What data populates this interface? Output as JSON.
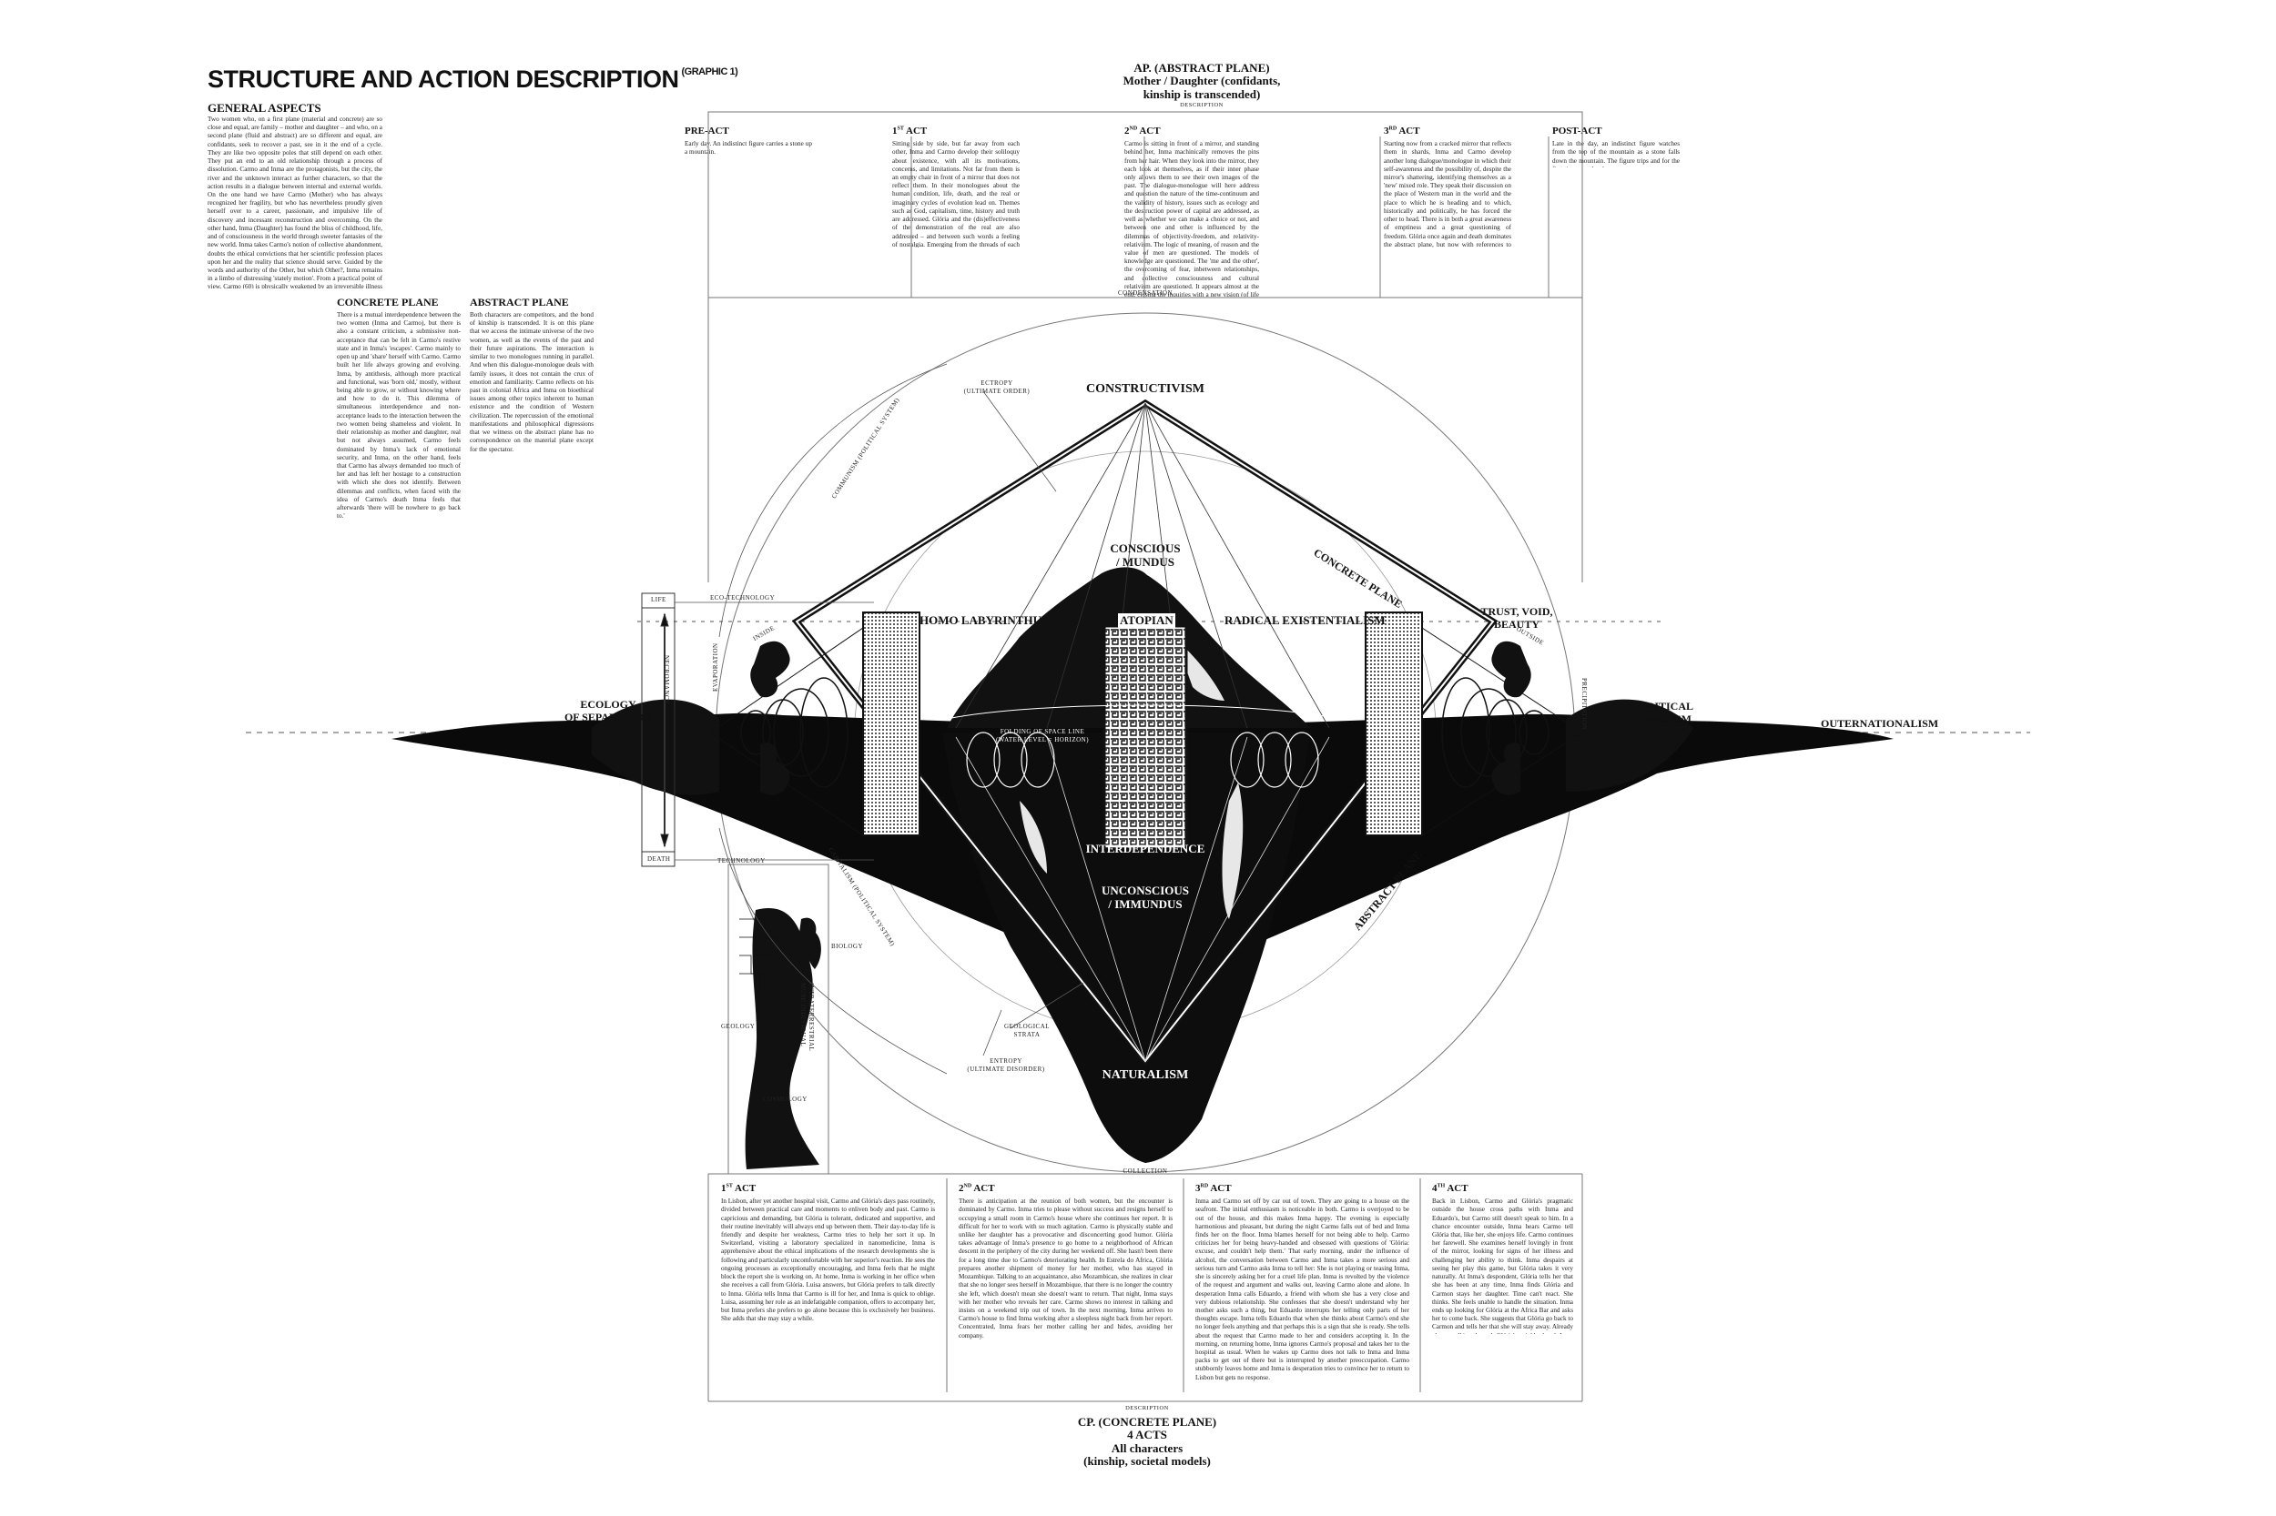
{
  "header": {
    "title": "STRUCTURE AND ACTION DESCRIPTION",
    "title_sup": "(GRAPHIC 1)",
    "ap_title": "AP. (ABSTRACT PLANE)",
    "ap_subtitle_1": "Mother / Daughter (confidants,",
    "ap_subtitle_2": "kinship is transcended)",
    "ap_description": "DESCRIPTION"
  },
  "left": {
    "general_heading": "GENERAL ASPECTS",
    "general_text": "Two women who, on a first plane (material and concrete) are so close and equal, are family – mother and daughter – and who, on a second plane (fluid and abstract) are so different and equal, are confidants, seek to recover a past, see in it the end of a cycle. They are like two opposite poles that still depend on each other. They put an end to an old relationship through a process of dissolution. Carmo and Inma are the protagonists, but the city, the river and the unknown interact as further characters, so that the action results in a dialogue between internal and external worlds. On the one hand we have Carmo (Mother) who has always recognized her fragility, but who has nevertheless proudly given herself over to a career, passionate, and impulsive life of discovery and incessant reconstruction and overcoming. On the other hand, Inma (Daughter) has found the bliss of childhood, life, and of consciousness in the world through sweeter fantasies of the new world. Inma takes Carmo's notion of collective abandonment, doubts the ethical convictions that her scientific profession places upon her and the reality that science should serve. Guided by the words and authority of the Other, but which Other?, Inma remains in a limbo of distressing 'stately motion'. From a practical point of view, Carmo (60) is physically weakened by an irreversible illness and really cares (unable to accompany her due to incompatibility between the two of them, but also for professional reasons, Inma (nearly 40) lives in Switzerland with Luisa and only came to Portugal at her mother's request after a crisis). For the rest, Inma's life runs independently, thanks to the presence of Glória, an African caregiver who came to Portugal in search of better living conditions and who casually reencounters Carmo with whom she secretly shares a past in Mozambique.",
    "concrete_heading": "CONCRETE PLANE",
    "concrete_text": "There is a mutual interdependence between the two women (Inma and Carmo), but there is also a constant criticism, a submissive non-acceptance that can be felt in Carmo's restive state and in Inma's 'escapes'. Carmo mainly to open up and 'share' herself with Carmo. Carmo built her life always growing and evolving. Inma, by antithesis, although more practical and functional, was 'born old,' mostly, without being able to grow, or without knowing where and how to do it. This dilemma of simultaneous interdependence and non-acceptance leads to the interaction between the two women being shameless and violent. In their relationship as mother and daughter, real but not always assumed, Carmo feels dominated by Inma's lack of emotional security, and Inma, on the other hand, feels that Carmo has always demanded too much of her and has left her hostage to a construction with which she does not identify. Between dilemmas and conflicts, when faced with the idea of Carmo's death Inma feels that afterwards 'there will be nowhere to go back to.'",
    "abstract_heading": "ABSTRACT PLANE",
    "abstract_text": "Both characters are competitors, and the bond of kinship is transcended. It is on this plane that we access the intimate universe of the two women, as well as the events of the past and their future aspirations. The interaction is similar to two monologues running in parallel. And when this dialogue-monologue deals with family issues, it does not contain the crux of emotion and familiarity. Carmo reflects on his past in colonial Africa and Inma on bioethical issues among other topics inherent to human existence and the condition of Western civilization. The repercussion of the emotional manifestations and philosophical digressions that we witness on the abstract plane has no correspondence on the material plane except for the spectator."
  },
  "acts_top": [
    {
      "label": "PRE-ACT",
      "sup": "",
      "text": "Early day. An indistinct figure carries a stone up a mountain."
    },
    {
      "label": "1",
      "sup": "ST",
      "suffix": "ACT",
      "text": "Sitting side by side, but far away from each other, Inma and Carmo develop their soliloquy about existence, with all its motivations, concerns, and limitations. Not far from them is an empty chair in front of a mirror that does not reflect them. In their monologues about the human condition, life, death, and the real or imaginary cycles of evolution lead on. Themes such as God, capitalism, time, history and truth are addressed. Glória and the (dis)effectiveness of the demonstration of the real are also addressed – and between such words a feeling of nostalgia. Emerging from the threads of each other and mirror and light, lightly, the first references to the past of both women, especially to Carmo's past in Africa."
    },
    {
      "label": "2",
      "sup": "ND",
      "suffix": "ACT",
      "text": "Carmo is sitting in front of a mirror, and standing behind her, Inma machinically removes the pins from her hair. When they look into the mirror, they each look at themselves, as if their inner phase only allows them to see their own images of the past. The dialogue-monologue will here address and question the nature of the time-continuum and the validity of history, issues such as ecology and the destruction power of capital are addressed, as well as whether we can make a choice or not, and between one and other is influenced by the dilemmas of objectivity-freedom, and relativity-relativism. The logic of meaning, of reason and the value of men are questioned. The models of knowledge are questioned. The 'me and the other', the overcoming of fear, inbetween relationships, and collective consciousness and cultural relativism are questioned. It appears almost at the end, closing the inquiries with a new vision (of life and death) and making room for the coexistence between the self-awareness that the mirror provides and the relativity of our consciousness to begin to settle in."
    },
    {
      "label": "3",
      "sup": "RD",
      "suffix": "ACT",
      "text": "Starting now from a cracked mirror that reflects them in shards, Inma and Carmo develop another long dialogue/monologue in which their self-awareness and the possibility of, despite the mirror's shattering, identifying themselves as a 'new' mixed role. They speak their discussion on the place of Western man in the world and the place to which he is heading and to which, historically and politically, he has forced the other to head. There is in both a great awareness of emptiness and a great questioning of freedom. Glória once again and death dominates the abstract plane, but now with references to violence and war. Themes such as war, migration, revolution, and perspectives for the future are addressed. Once again, the past of each (Carmo's Africa and Inma's mercifulness) settle in."
    },
    {
      "label": "POST-ACT",
      "sup": "",
      "text": "Late in the day, an indistinct figure watches from the top of the mountain as a stone falls down the mountain. The figure trips and for the first time sees the sky."
    }
  ],
  "acts_bottom": [
    {
      "label": "1",
      "sup": "ST",
      "suffix": "ACT",
      "text": "In Lisbon, after yet another hospital visit, Carmo and Glória's days pass routinely, divided between practical care and moments to enliven body and past. Carmo is capricious and demanding, but Glória is tolerant, dedicated and supportive, and their routine inevitably will always end up between them. Their day-to-day life is friendly and despite her weakness, Carmo tries to help her sort it up. In Switzerland, visiting a laboratory specialized in nanomedicine, Inma is apprehensive about the ethical implications of the research developments she is following and particularly uncomfortable with her superior's reaction. He sees the ongoing processes as exceptionally encouraging, and Inma feels that he might block the report she is working on. At home, Inma is working in her office when she receives a call from Glória. Luisa answers, but Glória prefers to talk directly to Inma. Glória tells Inma that Carmo is ill for her, and Inma is quick to oblige. Luisa, assuming her role as an indefatigable companion, offers to accompany her, but Inma prefers she prefers to go alone because this is exclusively her business. She adds that she may stay a while."
    },
    {
      "label": "2",
      "sup": "ND",
      "suffix": "ACT",
      "text": "There is anticipation at the reunion of both women, but the encounter is dominated by Carmo. Inma tries to please without success and resigns herself to occupying a small room in Carmo's house where she continues her report. It is difficult for her to work with so much agitation. Carmo is physically stable and unlike her daughter has a provocative and disconcerting good humor. Glória takes advantage of Inma's presence to go home to a neighborhood of African descent in the periphery of the city during her weekend off. She hasn't been there for a long time due to Carmo's deteriorating health. In Estrela do Africa, Glória prepares another shipment of money for her mother, who has stayed in Mozambique. Talking to an acquaintance, also Mozambican, she realizes in clear that she no longer sees herself in Mozambique, that there is no longer the country she left, which doesn't mean she doesn't want to return. That night, Inma stays with her mother who reveals her care. Carmo shows no interest in talking and insists on a weekend trip out of town. In the next morning, Inma arrives to Carmo's house to find Inma working after a sleepless night back from her report. Concentrated, Inma fears her mother calling her and hides, avoiding her company."
    },
    {
      "label": "3",
      "sup": "RD",
      "suffix": "ACT",
      "text": "Inma and Carmo set off by car out of town. They are going to a house on the seafront. The initial enthusiasm is noticeable in both. Carmo is overjoyed to be out of the house, and this makes Inma happy. The evening is especially harmonious and pleasant, but during the night Carmo falls out of bed and Inma finds her on the floor. Inma blames herself for not being able to help. Carmo criticizes her for being heavy-handed and obsessed with questions of 'Glória: excuse, and couldn't help them.' That early morning, under the influence of alcohol, the conversation between Carmo and Inma takes a more serious and serious turn and Carmo asks Inma to tell her: She is not playing or teasing Inma, she is sincerely asking her for a cruel life plan. Inma is revolted by the violence of the request and argument and walks out, leaving Carmo alone and alone. In desperation Inma calls Eduardo, a friend with whom she has a very close and very dubious relationship. She confesses that she doesn't understand why her mother asks such a thing, but Eduardo interrupts her telling only parts of her thoughts escape. Inma tells Eduardo that when she thinks about Carmo's end she no longer feels anything and that perhaps this is a sign that she is ready. She tells about the request that Carmo made to her and considers accepting it. In the morning, on returning home, Inma ignores Carmo's proposal and takes her to the hospital as usual. When he wakes up Carmo does not talk to Inma and Inma packs to get out of there but is interrupted by another preoccupation. Carmo stubbornly leaves home and Inma is desperation tries to convince her to return to Lisbon but gets no response."
    },
    {
      "label": "4",
      "sup": "TH",
      "suffix": "ACT",
      "text": "Back in Lisbon, Carmo and Glória's pragmatic outside the house cross paths with Inma and Eduardo's, but Carmo still doesn't speak to him. In a chance encounter outside, Inma hears Carmo tell Glória that, like her, she enjoys life. Carmo continues her farewell. She examines herself lovingly in front of the mirror, looking for signs of her illness and challenging her ability to think. Inma despairs at seeing her play this game, but Glória takes it very naturally. At Inma's despondent, Glória tells her that she has been at any time, Inma finds Glória and Carmon stays her daughter. Time can't react. She thinks. She feels unable to handle the situation. Inma ends up looking for Glória at the Africa Bar and asks her to come back. She suggests that Glória go back to Carmon and tells her that she will stay away. Already alone, walking through Glória's neighborhood, Inma starts running desperately. Glória has returned to Carmon's house. She looks for her and finds her asleep. She approaches her silently, determined to do what has been asked of her. We will not know if she will kill her or not, but she is capable of it and that if she does, it will be out of self-denial."
    }
  ],
  "footer": {
    "description": "DESCRIPTION",
    "cp_title": "CP. (CONCRETE PLANE)",
    "cp_line_2": "4 ACTS",
    "cp_line_3": "All characters",
    "cp_line_4": "(kinship, societal models)"
  },
  "diagram": {
    "condensation": "CONDENSATION",
    "collection": "COLLECTION",
    "constructivism": "CONSTRUCTIVISM",
    "naturalism": "NATURALISM",
    "ectropy_1": "ECTROPY",
    "ectropy_2": "(ULTIMATE ORDER)",
    "entropy_1": "ENTROPY",
    "entropy_2": "(ULTIMATE DISORDER)",
    "homo_labyrinthus": "HOMO LABYRINTHUS",
    "atopian": "ATOPIAN",
    "radical_existentialism": "RADICAL EXISTENTIALISM",
    "conscious_1": "CONSCIOUS",
    "conscious_2": "/ MUNDUS",
    "unconscious_1": "UNCONSCIOUS",
    "unconscious_2": "/ IMMUNDUS",
    "interdependence": "INTERDEPENDENCE",
    "concrete_plane": "CONCRETE PLANE",
    "abstract_plane": "ABSTRACT PLANE",
    "ecology_1": "ECOLOGY",
    "ecology_2": "OF SEPARATION",
    "trust_1": "TRUST, VOID,",
    "trust_2": "BEAUTY",
    "critical_1": "CRITICAL",
    "critical_2": "REALISM",
    "outernationalism": "OUTERNATIONALISM",
    "eco_technology": "ECO-TECHNOLOGY",
    "technology": "TECHNOLOGY",
    "biology": "BIOLOGY",
    "geology": "GEOLOGY",
    "cosmology": "COSMOLOGY",
    "geological_1": "GEOLOGICAL",
    "geological_2": "STRATA",
    "life": "LIFE",
    "death": "DEATH",
    "necromancy": "NECROMANCY",
    "evaporation": "EVAPORATION",
    "precipitation": "PRECIPITATION",
    "communism": "COMMUNISM (POLITICAL SYSTEM)",
    "capitalism": "CAPITALISM (POLITICAL SYSTEM)",
    "inside": "INSIDE",
    "outside": "OUTSIDE",
    "waterlevel_1": "FOLDING OF SPACE LINE",
    "waterlevel_2": "(WATER LEVEL = HORIZON)",
    "intraterrestrial_1": "INTRATERRESTRIAL",
    "intraterrestrial_2": "MUSE INDIVIDUAL",
    "colors": {
      "ink": "#111111",
      "paper": "#ffffff",
      "grid": "#777777"
    }
  }
}
